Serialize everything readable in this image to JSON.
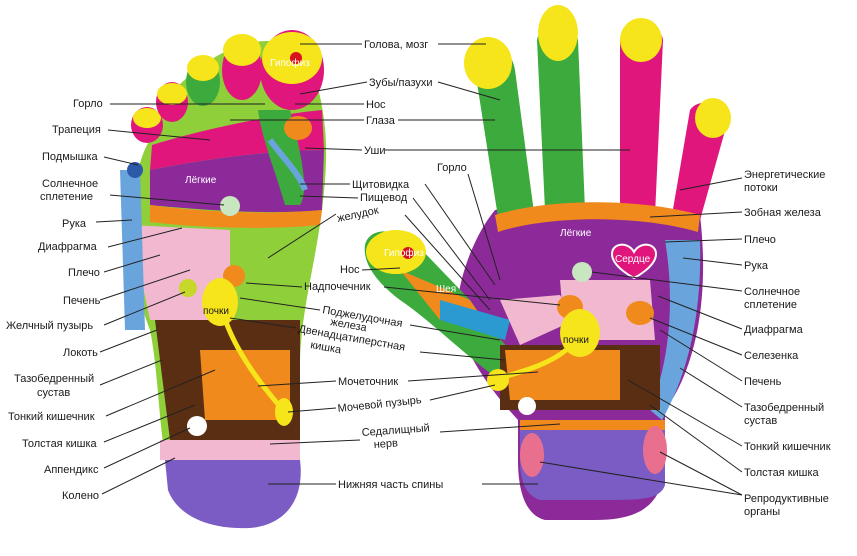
{
  "foot": {
    "left_labels": [
      "Горло",
      "Трапеция",
      "Подмышка",
      "Солнечное",
      "сплетение",
      "Рука",
      "Диафрагма",
      "Плечо",
      "Печень",
      "Желчный пузырь",
      "Локоть",
      "Тазобедренный",
      "сустав",
      "Тонкий кишечник",
      "Толстая кишка",
      "Аппендикс",
      "Колено"
    ],
    "zone_labels": {
      "hypophysis": "Гипофиз",
      "lungs": "Лёгкие",
      "kidneys": "почки"
    }
  },
  "center_labels": {
    "head": "Голова, мозг",
    "teeth": "Зубы/пазухи",
    "nose": "Нос",
    "eyes": "Глаза",
    "ears": "Уши",
    "thyroid": "Щитовидка",
    "throat": "Горло",
    "esophagus": "Пищевод",
    "stomach": "желудок",
    "nose2": "Нос",
    "adrenal": "Надпочечник",
    "pancreas_1": "Поджелудочная",
    "pancreas_2": "железа",
    "duodenum_1": "Двенадцатиперстная",
    "duodenum_2": "кишка",
    "ureter": "Мочеточник",
    "bladder": "Мочевой пузырь",
    "sciatic_1": "Седалищный",
    "sciatic_2": "нерв",
    "lower_back": "Нижняя часть спины"
  },
  "hand": {
    "right_labels": [
      "Энергетические",
      "потоки",
      "Зобная железа",
      "Плечо",
      "Рука",
      "Солнечное",
      "сплетение",
      "Диафрагма",
      "Селезенка",
      "Печень",
      "Тазобедренный",
      "сустав",
      "Тонкий кишечник",
      "Толстая кишка",
      "Репродуктивные",
      "органы"
    ],
    "zone_labels": {
      "lungs": "Лёгкие",
      "heart": "Сердце",
      "hypophysis": "Гипофиз",
      "neck": "Шея",
      "kidneys": "почки"
    }
  },
  "colors": {
    "yellow": "#f5e51a",
    "green": "#3caa3c",
    "magenta": "#e0167d",
    "purple": "#8d2a9a",
    "orange": "#f08a1c",
    "brown": "#5a2e12",
    "pink": "#f2b8cf",
    "blue": "#6aa4dc",
    "violet": "#7b5cc4",
    "lightgreen": "#8fcf3a"
  }
}
